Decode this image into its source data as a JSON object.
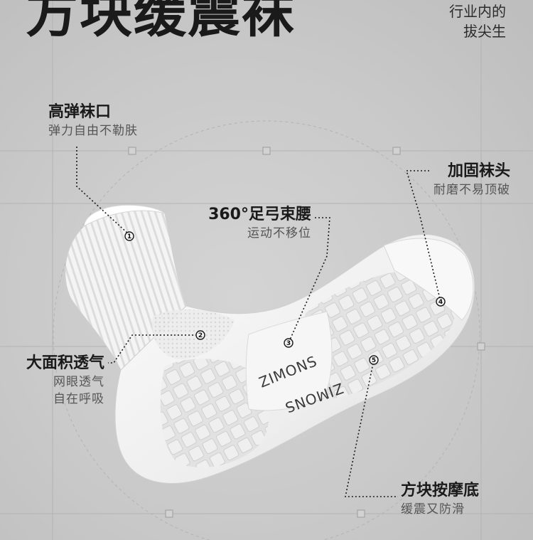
{
  "header": {
    "title": "方块缓震袜",
    "tagline": [
      "行业内的",
      "拔尖生"
    ]
  },
  "features": [
    {
      "num": "1",
      "title": "高弹袜口",
      "subtitle": "弹力自由不勒肤"
    },
    {
      "num": "2",
      "title": "大面积透气",
      "subtitle_lines": [
        "网眼透气",
        "自在呼吸"
      ]
    },
    {
      "num": "3",
      "title": "360°足弓束腰",
      "subtitle": "运动不移位"
    },
    {
      "num": "4",
      "title": "加固袜头",
      "subtitle": "耐磨不易顶破"
    },
    {
      "num": "5",
      "title": "方块按摩底",
      "subtitle": "缓震又防滑"
    }
  ],
  "product": {
    "sole_logo_top": "ZIMONS",
    "sole_logo_bottom": "ZIMONS"
  },
  "colors": {
    "background": "#cacaca",
    "sock": "#f2f2f2",
    "text_dark": "#1a1a1a",
    "text_muted": "#555555"
  }
}
